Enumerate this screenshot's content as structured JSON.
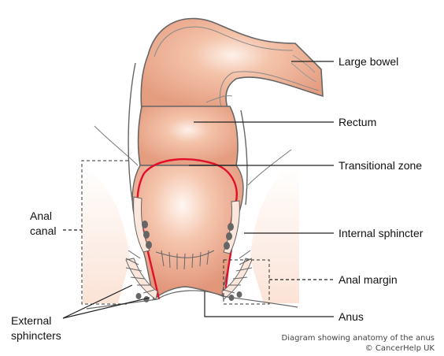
{
  "labels": {
    "large_bowel": "Large bowel",
    "rectum": "Rectum",
    "transitional_zone": "Transitional zone",
    "internal_sphincter": "Internal sphincter",
    "anal_margin": "Anal margin",
    "anus": "Anus",
    "anal_canal": "Anal\ncanal",
    "external_sphincters": "External\nsphincters"
  },
  "caption": {
    "line1": "Diagram showing anatomy of the anus",
    "line2": "© CancerHelp UK"
  },
  "colors": {
    "tissue": "#f0b79c",
    "tissue_dark": "#d98f73",
    "outline": "#555555",
    "transitional_line": "#e0102a",
    "muscle": "#fbe6dc",
    "leader": "#222222",
    "background_shade": "#fbe7dd"
  }
}
